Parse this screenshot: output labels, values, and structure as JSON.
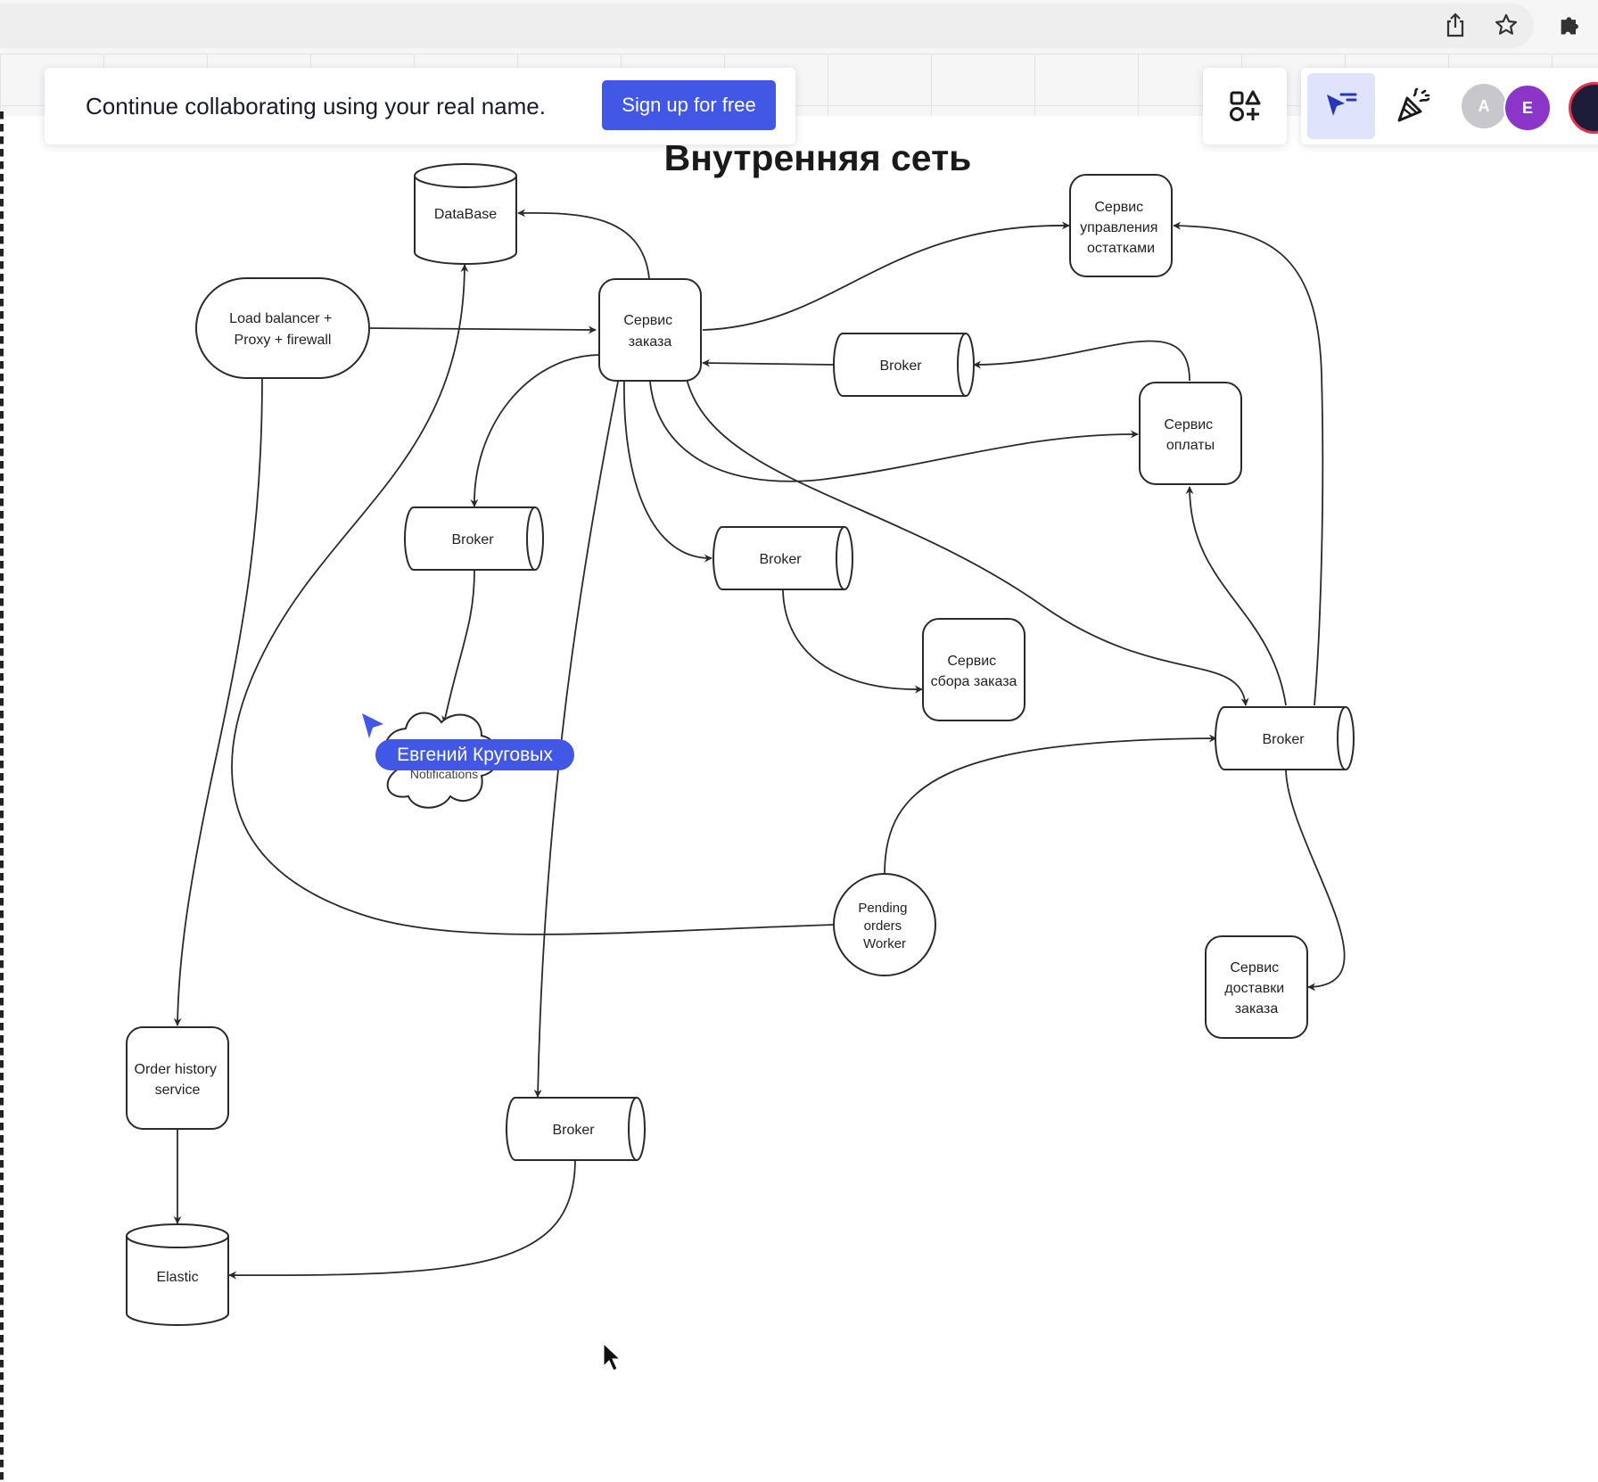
{
  "signup_banner": {
    "text": "Continue collaborating using your real name.",
    "button": "Sign up for free"
  },
  "collaborators": [
    {
      "initial": "A",
      "color": "#c8c8cc"
    },
    {
      "initial": "E",
      "color": "#8b35c9"
    }
  ],
  "board": {
    "title": "Внутренняя сеть",
    "nodes": {
      "database": "DataBase",
      "load_balancer": [
        "Load balancer +",
        "Proxy + firewall"
      ],
      "order_service": [
        "Сервис",
        "заказа"
      ],
      "stock_service": [
        "Сервис",
        "управления",
        "остатками"
      ],
      "broker_right_top": "Broker",
      "payment_service": [
        "Сервис",
        "оплаты"
      ],
      "broker_left": "Broker",
      "broker_mid": "Broker",
      "assembly_service": [
        "Сервис",
        "сбора заказа"
      ],
      "notifications": "Notifications",
      "broker_right": "Broker",
      "pending_worker": [
        "Pending",
        "orders",
        "Worker"
      ],
      "delivery_service": [
        "Сервис",
        "доставки",
        "заказа"
      ],
      "order_history": [
        "Order history",
        "service"
      ],
      "broker_bottom": "Broker",
      "elastic": "Elastic"
    }
  },
  "remote_cursor": {
    "user": "Евгений Круговых",
    "color": "#4257e6"
  }
}
